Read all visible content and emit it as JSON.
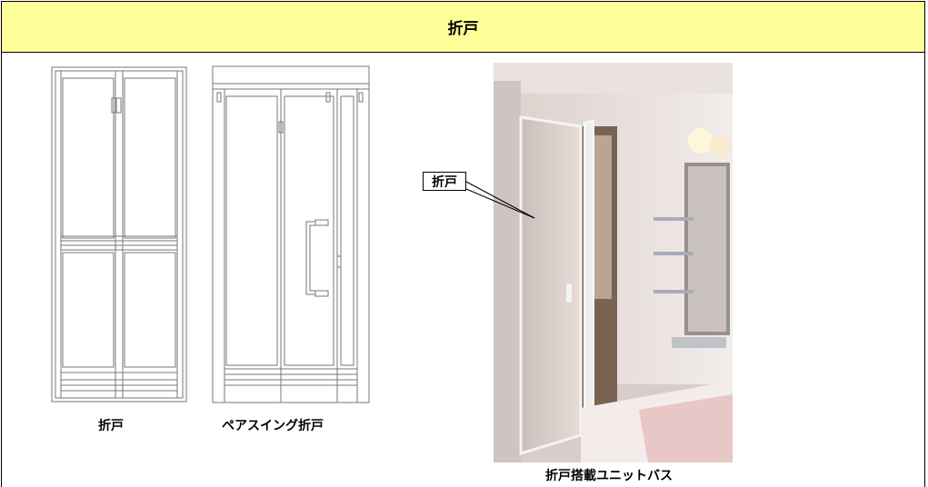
{
  "header": {
    "title": "折戸"
  },
  "figures": [
    {
      "caption": "折戸",
      "icon": "folding-door-drawing"
    },
    {
      "caption": "ペアスイング折戸",
      "icon": "pair-swing-folding-door-drawing"
    },
    {
      "caption": "折戸搭載ユニットバス",
      "icon": "unit-bath-photo"
    }
  ],
  "photo": {
    "callout_label": "折戸"
  }
}
